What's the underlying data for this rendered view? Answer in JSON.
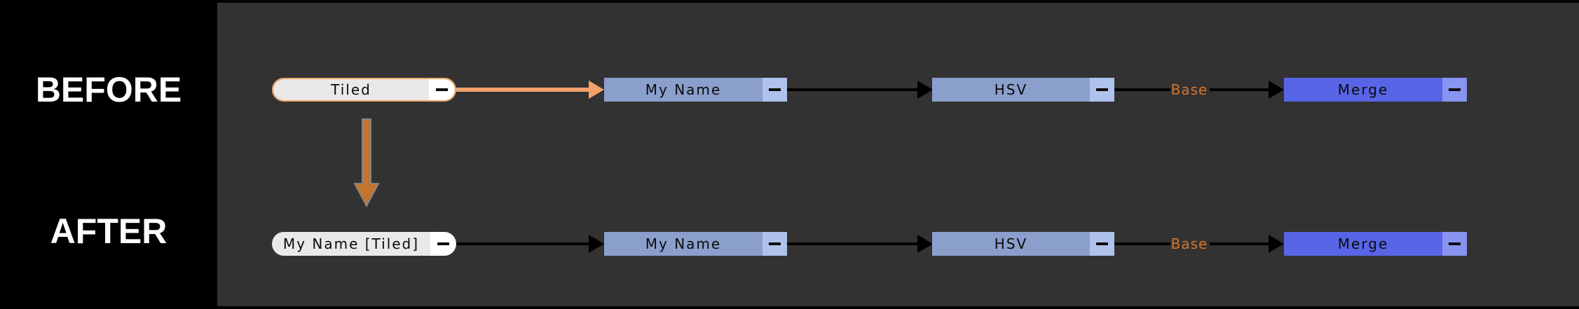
{
  "panel": {
    "before_label": "BEFORE",
    "after_label": "AFTER"
  },
  "rows": {
    "before": {
      "source": {
        "label": "Tiled"
      },
      "my_name": {
        "label": "My Name"
      },
      "hsv": {
        "label": "HSV"
      },
      "merge": {
        "label": "Merge"
      },
      "edge_label": "Base"
    },
    "after": {
      "source": {
        "label": "My Name [Tiled]"
      },
      "my_name": {
        "label": "My Name"
      },
      "hsv": {
        "label": "HSV"
      },
      "merge": {
        "label": "Merge"
      },
      "edge_label": "Base"
    }
  },
  "colors": {
    "background": "#323232",
    "side_panel": "#000000",
    "node_blue": "#8b9fcc",
    "node_blue_button": "#aec2ec",
    "node_indigo": "#5865e6",
    "node_indigo_button": "#8894f0",
    "pill_fill": "#e9e9e9",
    "pill_button": "#ffffff",
    "pill_highlight_border": "#f2a765",
    "connector_orange": "#f2a269",
    "transform_arrow_orange": "#c4742d",
    "edge_label_orange": "#d4752e",
    "edge_black": "#000000"
  }
}
